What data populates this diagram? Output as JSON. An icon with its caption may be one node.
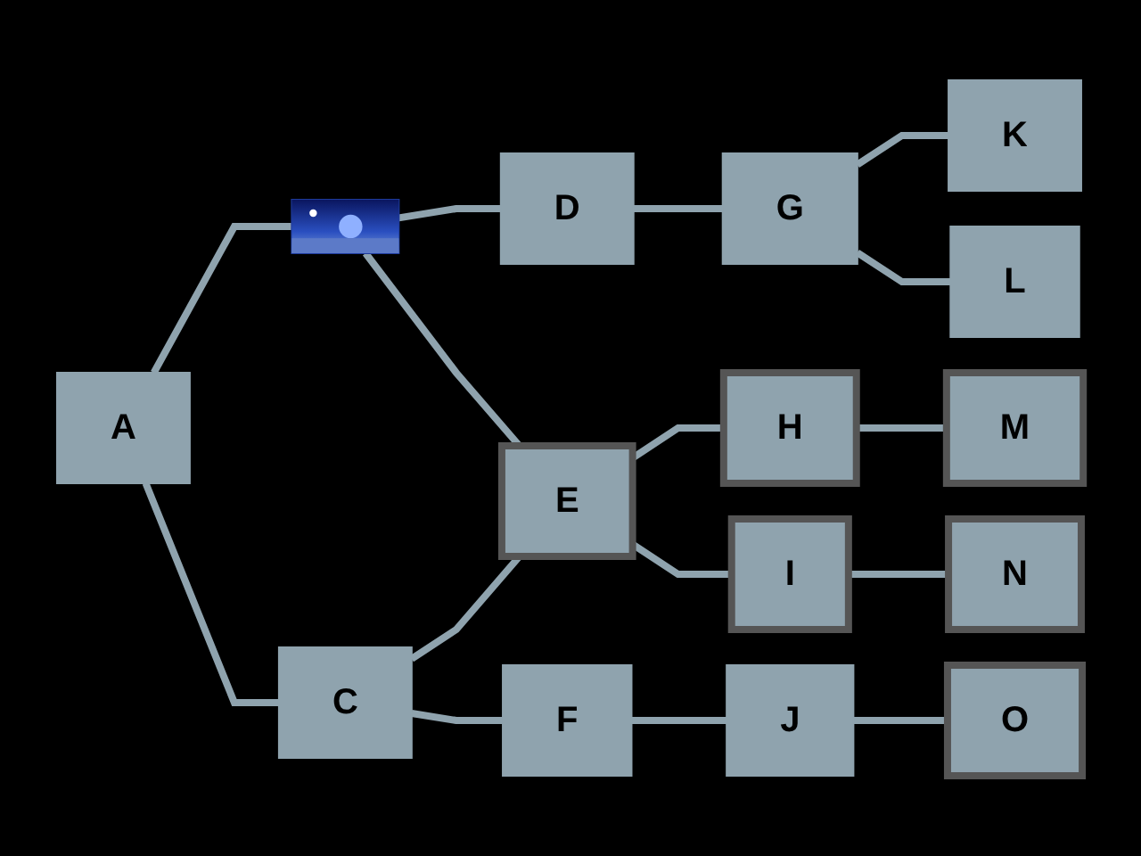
{
  "diagram": {
    "nodes": [
      {
        "text": [
          "A"
        ]
      },
      {
        "text": [],
        "shape": "picture"
      },
      {
        "text": [
          "C"
        ]
      },
      {
        "text": [
          "D"
        ]
      },
      {
        "text": [
          "E"
        ]
      },
      {
        "text": [
          "F"
        ]
      },
      {
        "text": [
          "G"
        ]
      },
      {
        "text": [
          "H"
        ]
      },
      {
        "text": [
          "I"
        ]
      },
      {
        "text": [
          "J"
        ]
      },
      {
        "text": [
          "K"
        ]
      },
      {
        "text": [
          "L"
        ]
      },
      {
        "text": [
          "M"
        ]
      },
      {
        "text": [
          "N"
        ]
      },
      {
        "text": [
          "O"
        ]
      }
    ],
    "edges": [
      {
        "from": 0,
        "to": 1,
        "arrow": "none"
      },
      {
        "from": 0,
        "to": 2,
        "arrow": "none"
      },
      {
        "from": 1,
        "to": 3,
        "arrow": "none"
      },
      {
        "from": 1,
        "to": 4,
        "arrow": "none"
      },
      {
        "from": 2,
        "to": 4,
        "arrow": "none"
      },
      {
        "from": 2,
        "to": 5,
        "arrow": "none"
      },
      {
        "from": 3,
        "to": 6,
        "arrow": "none"
      },
      {
        "from": 4,
        "to": 7,
        "arrow": "none"
      },
      {
        "from": 4,
        "to": 8,
        "arrow": "none"
      },
      {
        "from": 5,
        "to": 9,
        "arrow": "none"
      },
      {
        "from": 6,
        "to": 10,
        "arrow": "none"
      },
      {
        "from": 6,
        "to": 11,
        "arrow": "none"
      },
      {
        "from": 7,
        "to": 12,
        "arrow": "none"
      },
      {
        "from": 8,
        "to": 13,
        "arrow": "none"
      },
      {
        "from": 9,
        "to": 14,
        "arrow": "none"
      }
    ]
  }
}
